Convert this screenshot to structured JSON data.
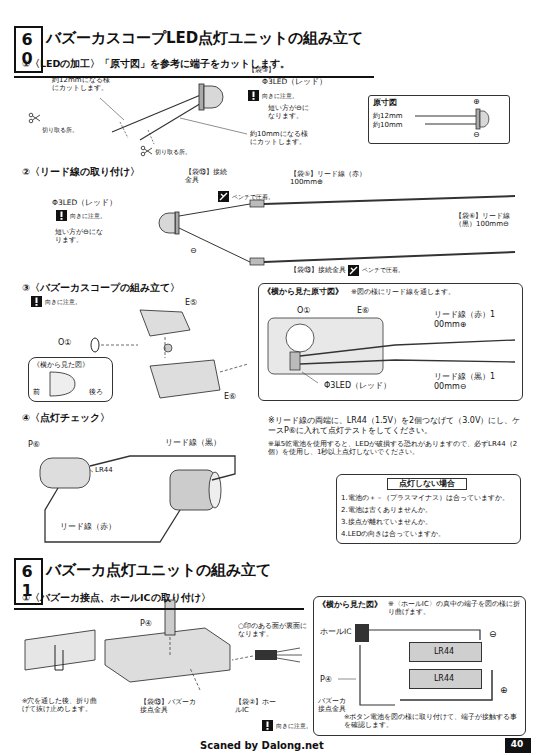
{
  "diagram": {
    "nodes": [
      {
        "text": [
          "バズーカスコープLED点灯ユニットの組み立て"
        ]
      },
      {
        "text": [
          "60"
        ],
        "in": 0
      },
      {
        "text": [
          "原寸図",
          "約12mm",
          "約10mm",
          "⊕",
          "⊖"
        ]
      },
      {
        "text": [
          "《横から見た図》",
          "前",
          "後ろ"
        ]
      },
      {
        "text": [
          "《横から見た原寸図》",
          "※図の様にリード線を通します。",
          "O①",
          "E⑥",
          "リード線（赤）100mm⊕",
          "Φ3LED（レッド）",
          "リード線（黒）100mm⊖"
        ]
      },
      {
        "text": [
          "点灯しない場合",
          "1.電池の＋－（プラスマイナス）は合っていますか。",
          "2.電池は古くありませんか。",
          "3.接点が離れていませんか。",
          "4.LEDの向きは合っていますか。"
        ]
      },
      {
        "text": [
          "バズーカ点灯ユニットの組み立て"
        ]
      },
      {
        "text": [
          "61"
        ],
        "in": 6
      },
      {
        "text": [
          "《横から見た図》",
          "※〈ホールIC〉の真中の端子を図の様に折り曲げます。",
          "ホールIC",
          "⊖",
          "P④",
          "バズーカ接点金具",
          "⊕",
          "※ボタン電池を図の様に取り付けて、端子が接触する事を確認します。"
        ]
      },
      {
        "text": [
          "LR44"
        ],
        "in": 8
      },
      {
        "text": [
          "LR44"
        ],
        "in": 8
      },
      {
        "text": [
          "40"
        ]
      }
    ],
    "labels": [
      "①〈LEDの加工〉「原寸図」を参考に端子をカットします。",
      "約12mmになる様にカットします。",
      "切り取る所。",
      "【袋③】",
      "Φ3LED（レッド）",
      "向きに注意。",
      "短い方が⊖になります。",
      "約10mmになる様にカットします。",
      "切り取る所。",
      "②〈リード線の取り付け〉",
      "【袋⑬】接続金具",
      "ペンチで圧着。",
      "【袋⑤】リード線（赤）100mm⊕",
      "Φ3LED（レッド）",
      "向きに注意。",
      "短い方が⊖になります。",
      "⊖",
      "【袋⑥】リード線（黒）100mm⊖",
      "【袋⑬】接続金具",
      "ペンチで圧着。",
      "③〈バズーカスコープの組み立て〉",
      "向きに注意。",
      "E⑤",
      "O①",
      "E⑥",
      "④〈点灯チェック〉",
      "リード線（黒）",
      "P⑥",
      "LR44",
      "リード線（赤）",
      "※リード線の両端に、LR44（1.5V）を2個つなげて（3.0V）にし、ケースP⑥に入れて点灯テストをしてください。",
      "※単5乾電池を使用すると、LEDが破損する恐れがありますので、必ずLR44（2個）を使用し、1秒以上点灯しないでください。",
      "①〈バズーカ接点、ホールICの取り付け〉",
      "P④",
      "○印のある面が裏面になります。",
      "※穴を通した後、折り曲げて抜け止めします。",
      "【袋⑬】バズーカ接点金具",
      "【袋②】ホールIC",
      "向きに注意。",
      "Scaned by Dalong.net"
    ]
  }
}
